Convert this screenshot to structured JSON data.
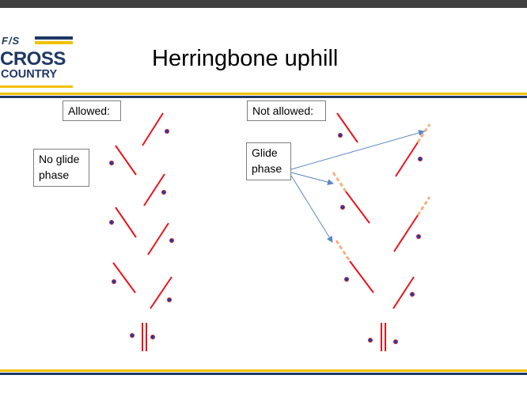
{
  "logo": {
    "fis": "F/S",
    "line1": "CROSS",
    "line2": "COUNTRY"
  },
  "title": "Herringbone uphill",
  "labels": {
    "allowed": "Allowed:",
    "not_allowed": "Not allowed:",
    "no_glide": [
      "No glide",
      "phase"
    ],
    "glide": [
      "Glide",
      "phase"
    ]
  },
  "colors": {
    "ski": "#e8141b",
    "glide_segment": "#f4b183",
    "pole_dot": "#1f3fa6",
    "pole_dot_ring": "#e8141b",
    "arrow": "#5b87c5",
    "bar_dark": "#404040",
    "rule_gold": "#f0c000",
    "rule_blue": "#1f3864"
  }
}
